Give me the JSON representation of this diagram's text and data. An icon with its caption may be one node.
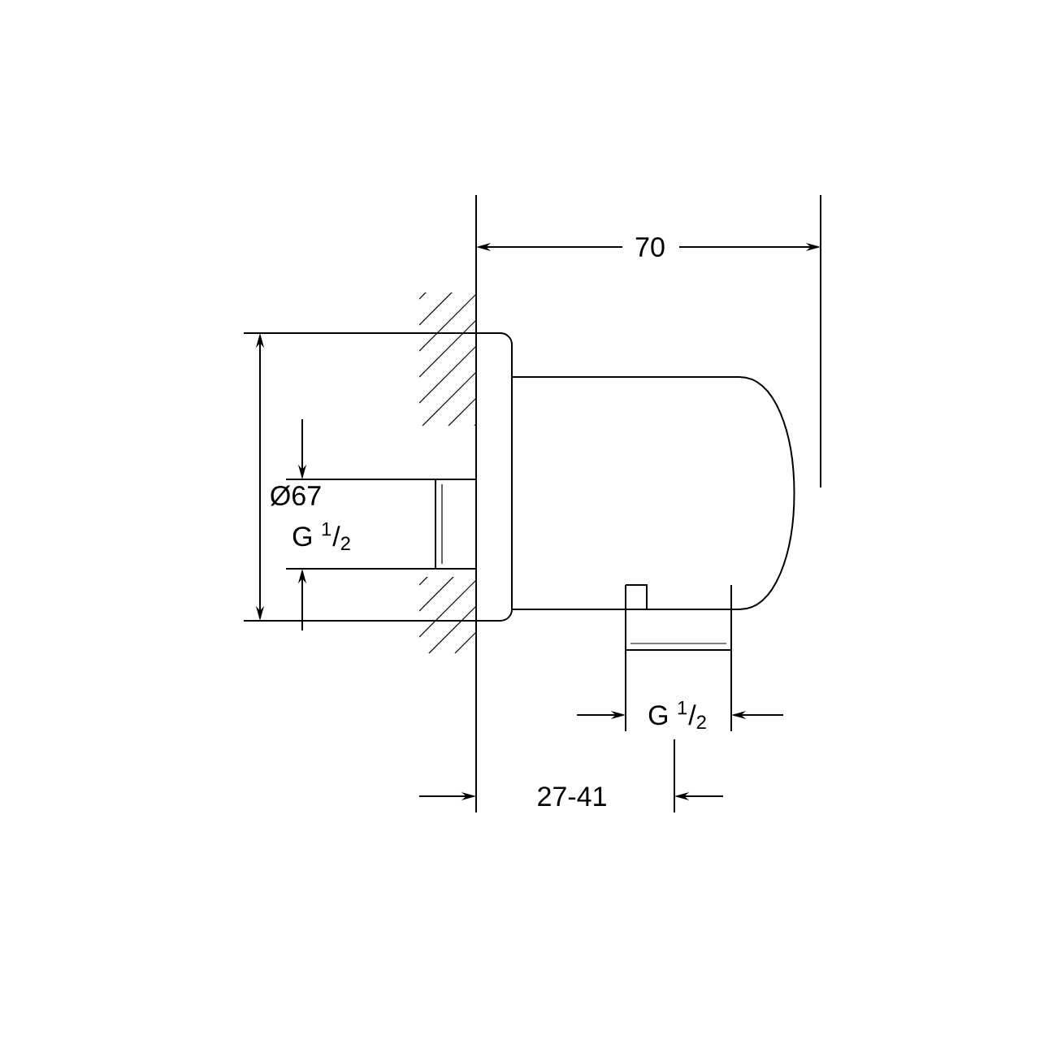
{
  "diagram": {
    "labels": [
      "70",
      "Ø67",
      "G $^{1}$/$_{2}$",
      "G $^{1}$/$_{2}$",
      "27-41"
    ]
  }
}
